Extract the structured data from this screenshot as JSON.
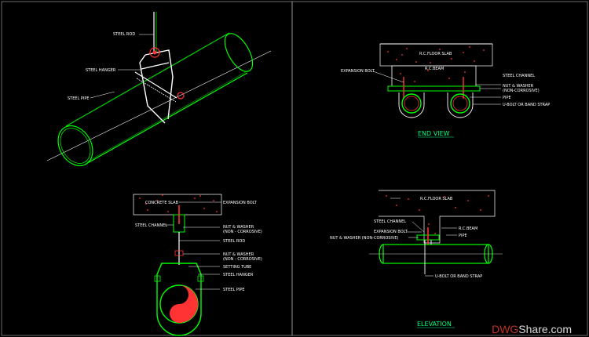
{
  "panel1": {
    "steel_rod": "STEEL ROD",
    "steel_hanger": "STEEL HANGER",
    "steel_pipe": "STEEL PIPE"
  },
  "panel2": {
    "rc_floor_slab": "R.C.FLOOR SLAB",
    "rc_beam": "R.C.BEAM",
    "expansion_bolt": "EXPANSION BOLT",
    "steel_channel": "STEEL CHANNEL",
    "nut_washer_1": "NUT & WASHER",
    "nut_washer_2": "(NON-CORROSIVE)",
    "pipe": "PIPE",
    "ubolt": "U-BOLT OR BAND STRAP",
    "title": "END VIEW"
  },
  "panel3": {
    "concrete_slab": "CONCRETE SLAB",
    "expansion_bolt": "EXPANSION BOLT",
    "steel_channel": "STEEL CHANNEL",
    "nut_washer_1a": "NUT & WASHER",
    "nut_washer_1b": "(NON - CORROSIVE)",
    "steel_rod": "STEEL ROD",
    "nut_washer_2a": "NUT & WASHER",
    "nut_washer_2b": "(NON - CORROSIVE)",
    "setting_tube": "SETTING TUBE",
    "steel_hanger": "STEEL HANGER",
    "steel_pipe": "STEEL PIPE"
  },
  "panel4": {
    "rc_floor_slab": "R.C.FLOOR SLAB",
    "steel_channel": "STEEL CHANNEL",
    "expansion_bolt": "EXPANSION BOLT",
    "nut_washer": "NUT & WASHER (NON-CORROSIVE)",
    "rc_beam": "R.C.BEAM",
    "pipe": "PIPE",
    "ubolt": "U-BOLT OR BAND STRAP",
    "title": "ELEVATION"
  },
  "watermark": {
    "a": "DWG",
    "b": "Share.com"
  },
  "colors": {
    "background": "#000000",
    "pipe": "#00ff00",
    "hanger": "#ffffff",
    "slab": "#ff3333",
    "title": "#00ff7f"
  }
}
